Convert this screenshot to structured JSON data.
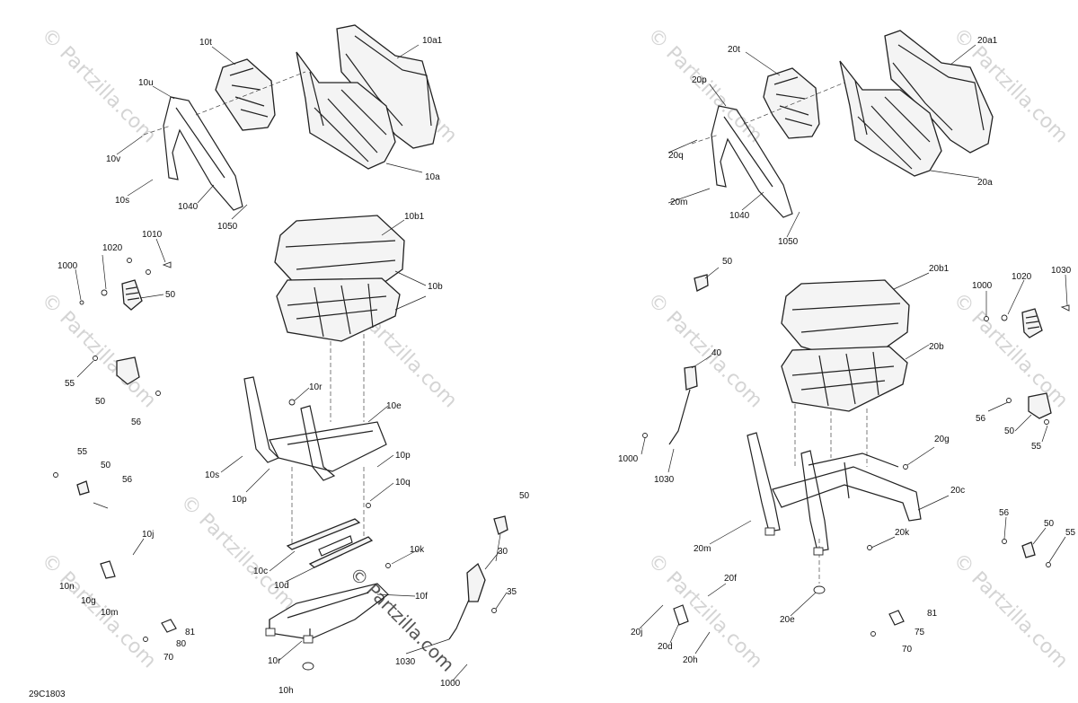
{
  "diagram_code": "29C1803",
  "watermarks": [
    "© Partzilla.com",
    "© Partzilla.com",
    "© Partzilla.com",
    "© Partzilla.com",
    "© Partzilla.com",
    "© Partzilla.com",
    "© Partzilla.com",
    "© Partzilla.com",
    "© Partzilla.com",
    "© Partzilla.com",
    "© Partzilla.com",
    "© Partzilla.com",
    "© Partzilla.com"
  ],
  "left_callouts": [
    "10t",
    "10a1",
    "10u",
    "10v",
    "10s",
    "1040",
    "1050",
    "10a",
    "10b1",
    "1000",
    "1020",
    "1010",
    "50",
    "10b",
    "55",
    "50",
    "56",
    "10r",
    "10e",
    "55",
    "50",
    "56",
    "10s",
    "10p",
    "10p",
    "10q",
    "10j",
    "10n",
    "10g",
    "10m",
    "10c",
    "10d",
    "10k",
    "10f",
    "50",
    "30",
    "35",
    "81",
    "80",
    "70",
    "10r",
    "10h",
    "1030",
    "1000"
  ],
  "right_callouts": [
    "20t",
    "20a1",
    "20p",
    "20q",
    "20m",
    "1040",
    "1050",
    "20a",
    "50",
    "20b1",
    "1000",
    "1020",
    "1030",
    "40",
    "20b",
    "56",
    "50",
    "55",
    "1000",
    "1030",
    "20g",
    "20c",
    "20m",
    "20k",
    "56",
    "50",
    "55",
    "20f",
    "20j",
    "20d",
    "20h",
    "20e",
    "81",
    "75",
    "70"
  ]
}
